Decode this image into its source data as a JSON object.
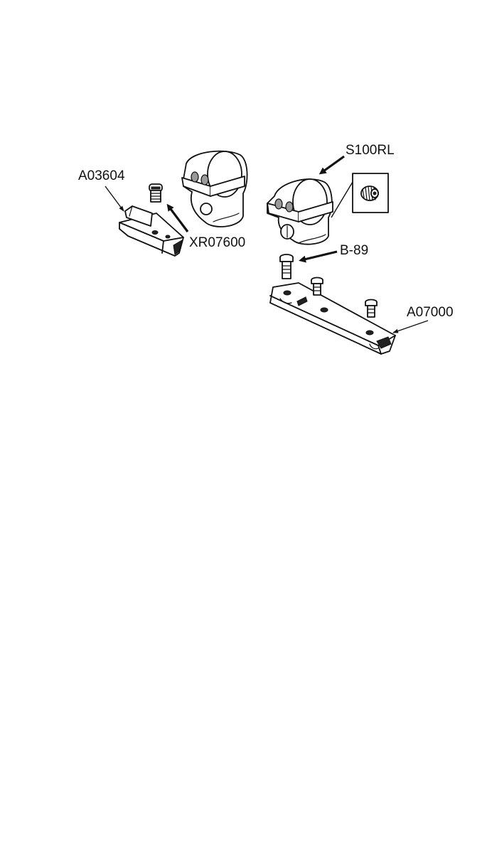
{
  "parts": {
    "base_rail": "A03604",
    "screw": "XR07600",
    "ring": "S100RL",
    "base_screw": "B-89",
    "base_plate": "A07000"
  },
  "icons": {
    "detail_inset": "knurled-nut-icon"
  }
}
